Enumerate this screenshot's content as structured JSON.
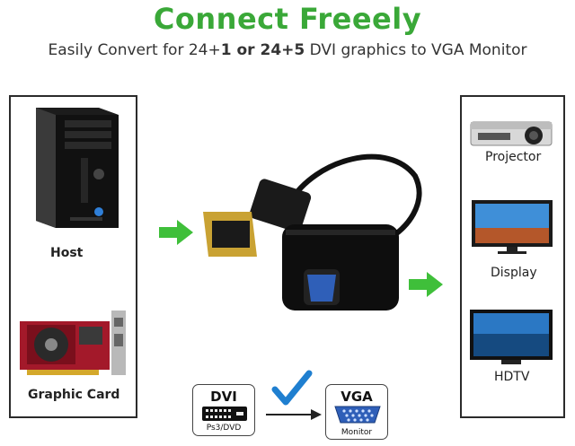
{
  "header": {
    "title": "Connect Freeely",
    "subtitle_prefix": "Easily Convert for 24+",
    "subtitle_bold_1": "1",
    "subtitle_mid": " or ",
    "subtitle_bold_2": "24+5",
    "subtitle_suffix": " DVI graphics to VGA Monitor"
  },
  "sources": {
    "host_label": "Host",
    "card_label": "Graphic Card"
  },
  "outputs": {
    "projector_label": "Projector",
    "display_label": "Display",
    "hdtv_label": "HDTV"
  },
  "connectors": {
    "dvi_title": "DVI",
    "dvi_sub": "Ps3/DVD",
    "vga_title": "VGA",
    "vga_sub": "Monitor"
  },
  "colors": {
    "title_green": "#3aa838",
    "arrow_green": "#3fbf3a",
    "check_blue": "#1f7fd0",
    "vga_blue": "#2f5fb8"
  },
  "icons": [
    "pc-tower-icon",
    "graphic-card-icon",
    "projector-icon",
    "monitor-icon",
    "tv-icon",
    "dvi-vga-adapter-icon",
    "checkmark-icon"
  ]
}
